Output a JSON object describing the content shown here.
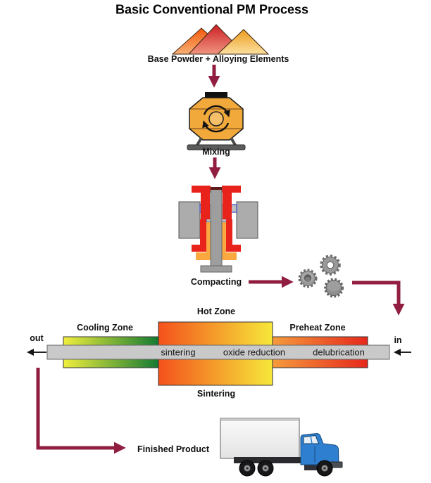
{
  "title": "Basic Conventional PM Process",
  "labels": {
    "base_powder": "Base Powder + Alloying Elements",
    "mixing": "Mixing",
    "compacting": "Compacting",
    "sintering_stage": "Sintering",
    "finished_product": "Finished Product"
  },
  "furnace": {
    "hot_zone": "Hot Zone",
    "cooling_zone": "Cooling Zone",
    "preheat_zone": "Preheat Zone",
    "belt_steps": [
      "sintering",
      "oxide reduction",
      "delubrication"
    ],
    "out": "out",
    "in": "in"
  },
  "icons": {
    "powder": "powder-triangles-icon",
    "mixer": "mixer-drum-icon",
    "press": "compacting-press-icon",
    "gears": "gears-icon",
    "truck": "delivery-truck-icon"
  },
  "colors": {
    "flow_arrow": "#911E41",
    "belt": "#C9C9C9",
    "cooling_left": "#F0EE3E",
    "cooling_right": "#147A32",
    "hot_left": "#F4511C",
    "hot_right": "#F6E83A",
    "preheat_left": "#F59B3C",
    "preheat_right": "#E6281C",
    "truck_cab": "#2E7FD0",
    "mixer_body": "#F2A93B",
    "press_red": "#E8231C",
    "press_orange": "#F9A93F"
  }
}
